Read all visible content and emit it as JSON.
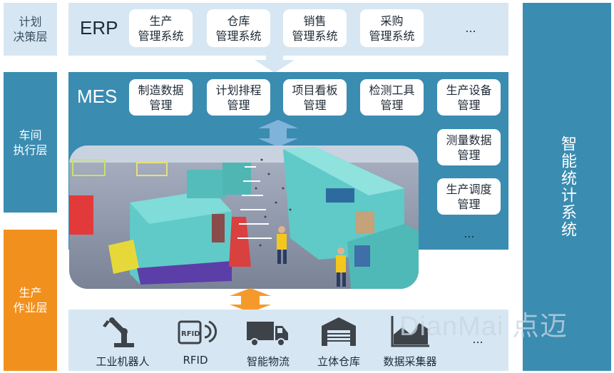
{
  "layers": {
    "planning": "计划\n决策层",
    "workshop": "车间\n执行层",
    "field": "生产\n作业层"
  },
  "erp": {
    "title": "ERP",
    "modules": [
      "生产\n管理系统",
      "仓库\n管理系统",
      "销售\n管理系统",
      "采购\n管理系统"
    ],
    "more": "..."
  },
  "mes": {
    "title": "MES",
    "modules": [
      "制造数据\n管理",
      "计划排程\n管理",
      "项目看板\n管理",
      "检测工具\n管理",
      "生产设备\n管理"
    ],
    "side_modules": [
      "测量数据\n管理",
      "生产调度\n管理"
    ],
    "more": "..."
  },
  "stat_system": "智能统计系统",
  "devices": [
    {
      "label": "工业机器人",
      "icon": "robot-arm-icon"
    },
    {
      "label": "RFID",
      "icon": "rfid-tag-icon"
    },
    {
      "label": "智能物流",
      "icon": "delivery-truck-icon"
    },
    {
      "label": "立体仓库",
      "icon": "warehouse-icon"
    },
    {
      "label": "数据采集器",
      "icon": "data-chart-icon"
    }
  ],
  "devices_more": "...",
  "watermark": "DianMai 点迈",
  "colors": {
    "band_light": "#d6e7f3",
    "band_blue": "#3a8cb1",
    "field_orange": "#f2901e",
    "arrow_orange": "#f59a2a"
  }
}
